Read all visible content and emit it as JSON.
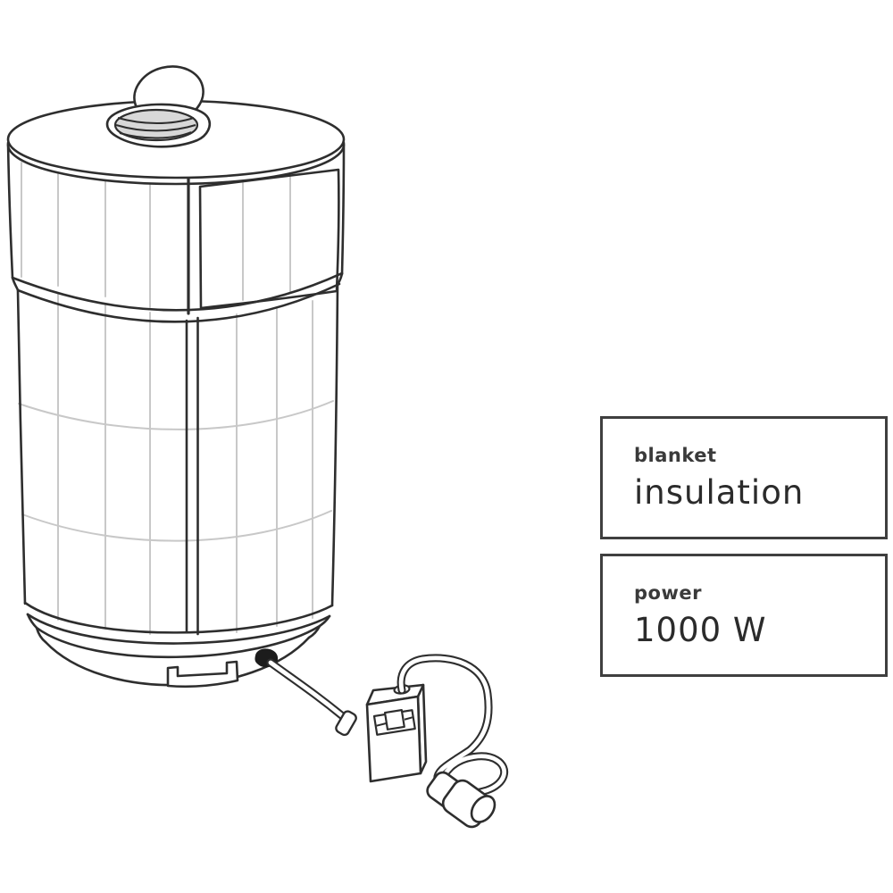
{
  "cards": [
    {
      "label": "blanket",
      "value": "insulation"
    },
    {
      "label": "power",
      "value": "1000 W"
    }
  ],
  "illustration": {
    "subject_icons": [
      "water-heater-tank-icon",
      "flip-cap-icon",
      "insulation-blanket-icon",
      "controller-box-icon",
      "power-cord-icon",
      "power-plug-icon"
    ],
    "colors": {
      "ink": "#2e2e2e",
      "faint_line": "#c8c8c8",
      "cap_opening_fill": "#d8d8d8",
      "grommet": "#1c1c1c",
      "card_border": "#3f3f3f",
      "label_text": "#3a3a3a",
      "value_text": "#2b2b2b",
      "background": "#ffffff"
    }
  }
}
